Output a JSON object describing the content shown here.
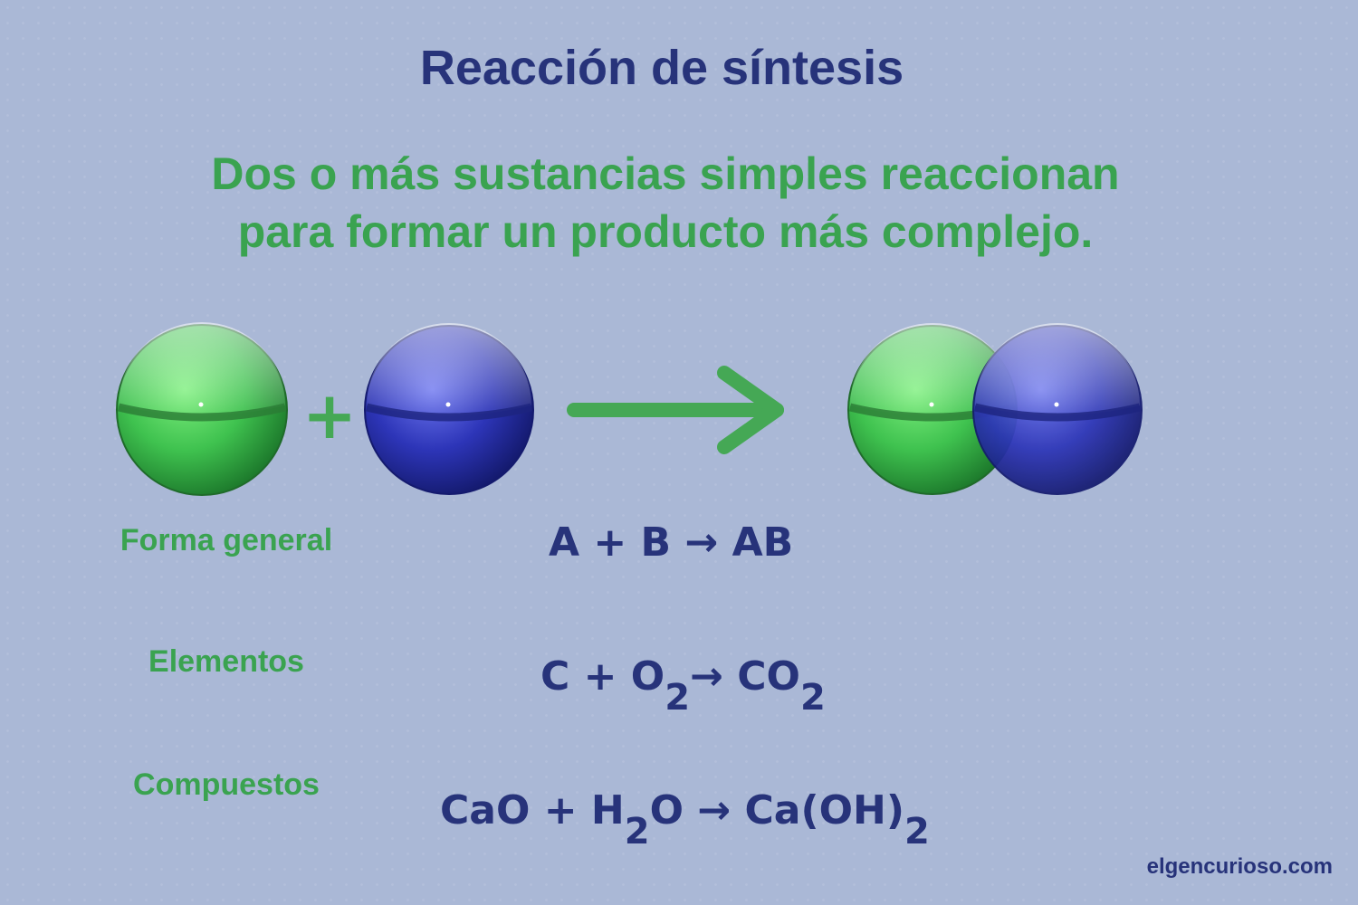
{
  "title": "Reacción de síntesis",
  "subtitle": {
    "line1": "Dos o más sustancias simples reaccionan",
    "line2": "para formar un producto más complejo."
  },
  "diagram": {
    "plus_sign": "+",
    "colors": {
      "green_sphere": "#3fc24f",
      "blue_sphere": "#2d35b8",
      "arrow": "#45a855"
    },
    "icons": [
      "green-sphere-icon",
      "blue-sphere-icon",
      "reaction-arrow-icon",
      "molecule-ab-icon"
    ]
  },
  "rows": [
    {
      "label": "Forma general",
      "equation": {
        "lhs": "A + B",
        "arrow": "→",
        "rhs": "AB"
      }
    },
    {
      "label": "Elementos",
      "equation": {
        "p1": "C + O",
        "s1": "2",
        "arrow": "→",
        "p2": "CO",
        "s2": "2"
      }
    },
    {
      "label": "Compuestos",
      "equation": {
        "p1": "CaO + H",
        "s1": "2",
        "p2": "O",
        "arrow": "→",
        "p3": "Ca(OH)",
        "s2": "2"
      }
    }
  ],
  "footer": "elgencurioso.com"
}
